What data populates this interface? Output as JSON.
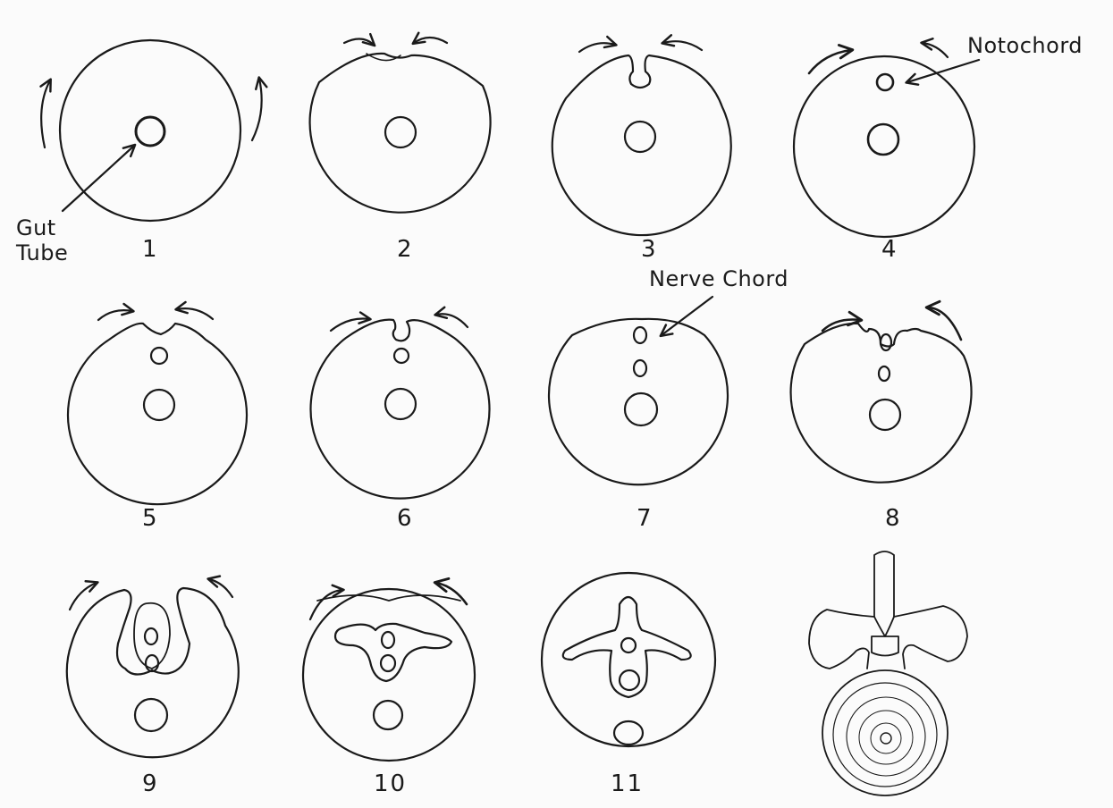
{
  "stage_labels": [
    "1",
    "2",
    "3",
    "4",
    "5",
    "6",
    "7",
    "8",
    "9",
    "10",
    "11"
  ],
  "annotations": {
    "gut_tube_line1": "Gut",
    "gut_tube_line2": "Tube",
    "notochord": "Notochord",
    "nerve_chord": "Nerve Chord"
  },
  "colors": {
    "ink": "#1a1a1a",
    "paper": "#fbfbfb"
  }
}
